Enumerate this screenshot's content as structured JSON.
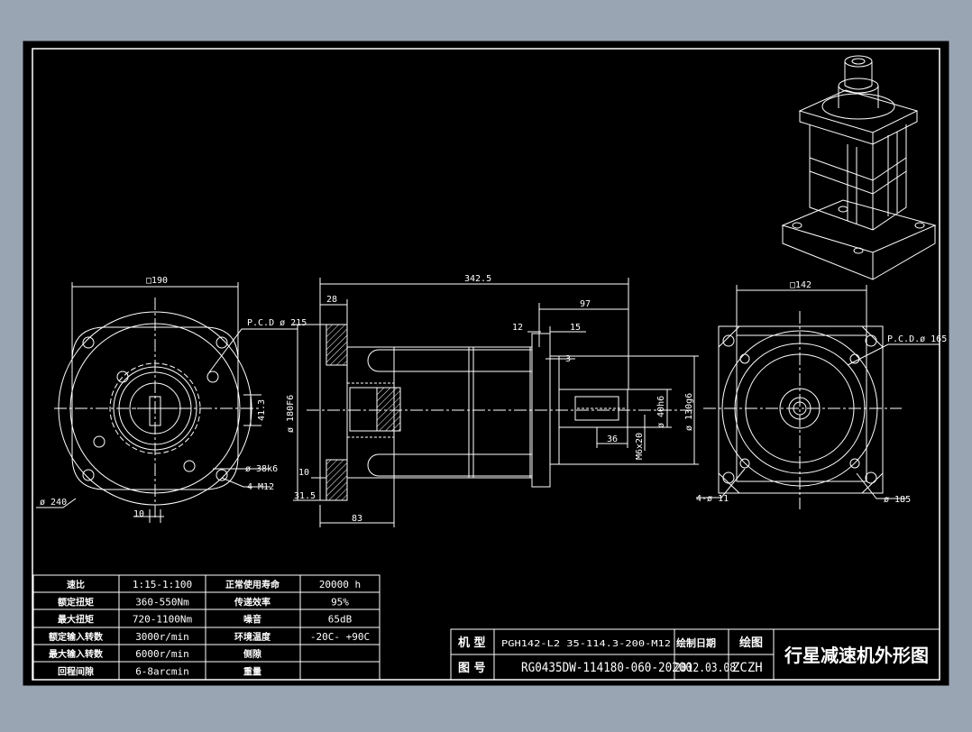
{
  "colors": {
    "viewport_bg": "#9aa5b4",
    "sheet_bg": "#000000",
    "lines": "#ffffff"
  },
  "drawing": {
    "left_view": {
      "square_dim": "□190",
      "pcd": "P.C.D ø 215",
      "od": "ø 240",
      "bolt_spacing": "41.3",
      "bore": "ø 38k6",
      "tapped_holes": "4-M12",
      "key_width": "10"
    },
    "side_view": {
      "total_length": "342.5",
      "flange_thk": "28",
      "shaft_len": "97",
      "d12": "12",
      "d15": "15",
      "d3": "3",
      "pilot": "ø 180F6",
      "d10": "10",
      "d31_5": "31.5",
      "d83": "83",
      "shaft_dia": "ø 40h6",
      "center_thread": "M6x20",
      "key_len": "36",
      "out_pilot": "ø 130g6"
    },
    "right_view": {
      "square_dim": "□142",
      "pcd": "P.C.D.ø 165",
      "holes": "4-ø 11",
      "od": "ø 185"
    }
  },
  "spec_table": [
    {
      "label": "速比",
      "value": "1:15-1:100",
      "label2": "正常使用寿命",
      "value2": "20000  h"
    },
    {
      "label": "额定扭矩",
      "value": "360-550Nm",
      "label2": "传递效率",
      "value2": "95%"
    },
    {
      "label": "最大扭矩",
      "value": "720-1100Nm",
      "label2": "噪音",
      "value2": "65dB"
    },
    {
      "label": "额定输入转数",
      "value": "3000r/min",
      "label2": "环境温度",
      "value2": "-20C- +90C"
    },
    {
      "label": "最大输入转数",
      "value": "6000r/min",
      "label2": "侧隙",
      "value2": ""
    },
    {
      "label": "回程间隙",
      "value": "6-8arcmin",
      "label2": "重量",
      "value2": ""
    }
  ],
  "title_block": {
    "model_label": "机 型",
    "model_value": "PGH142-L2 35-114.3-200-M12",
    "drawing_no_label": "图 号",
    "drawing_no_value": "RG0435DW-114180-060-20200",
    "date_label": "绘制日期",
    "date_value": "2012.03.08",
    "drawn_label": "绘图",
    "drawn_value": "ZCZH",
    "title": "行星减速机外形图"
  }
}
